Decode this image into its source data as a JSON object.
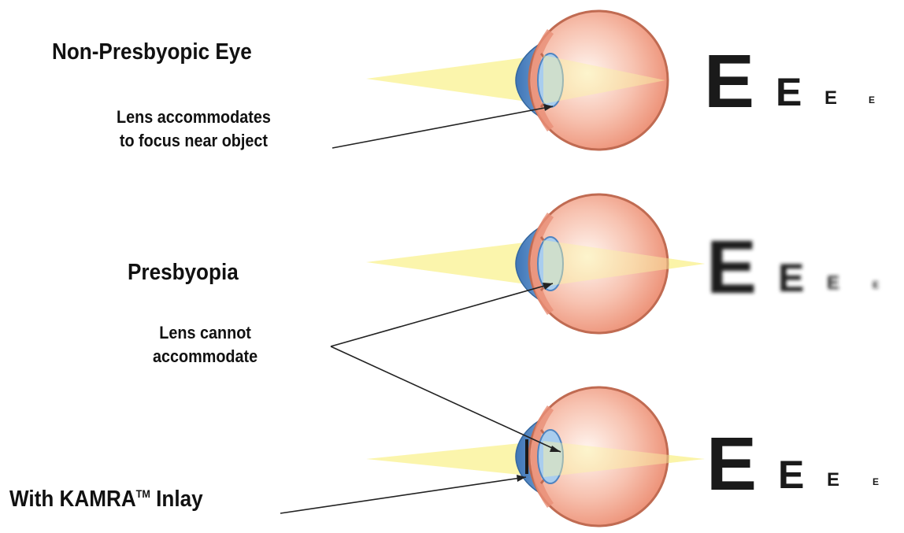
{
  "labels": {
    "non_presbyopic": "Non-Presbyopic Eye",
    "lens_accommodates_line1": "Lens accommodates",
    "lens_accommodates_line2": "to focus near object",
    "presbyopia": "Presbyopia",
    "lens_cannot_line1": "Lens cannot",
    "lens_cannot_line2": "accommodate",
    "kamra_prefix": "With KAMRA",
    "kamra_tm": "TM",
    "kamra_suffix": " Inlay"
  },
  "eye_chart_letter": "E",
  "rows": [
    {
      "name": "non-presbyopic",
      "sharp": true
    },
    {
      "name": "presbyopia",
      "sharp": false
    },
    {
      "name": "kamra-inlay",
      "sharp": true
    }
  ],
  "colors": {
    "eyeball": "#f09a83",
    "eyeball_light": "#fde9e1",
    "eyeball_outline": "#c97358",
    "cornea": "#6c9bd0",
    "lens": "#a9cdee",
    "light_cone": "#fbf4a3",
    "letter": "#1a1a1a"
  }
}
